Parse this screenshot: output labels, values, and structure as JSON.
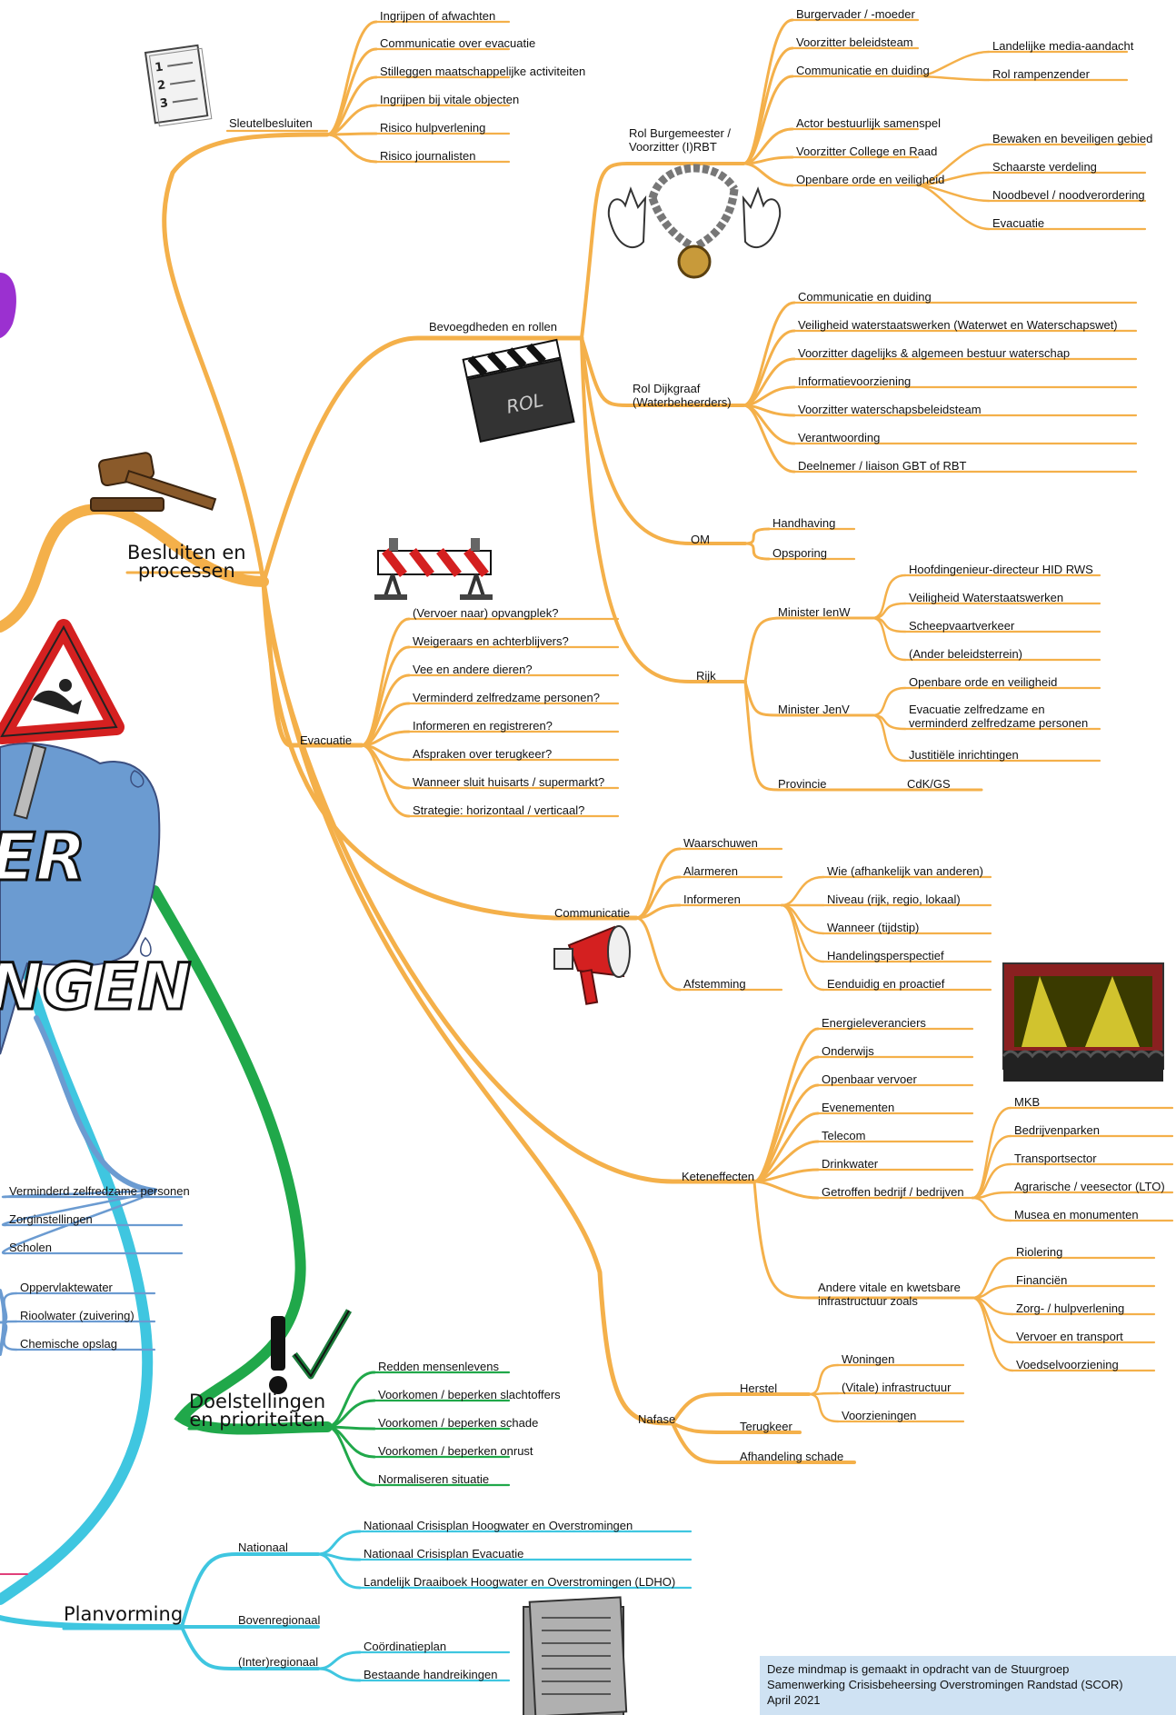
{
  "colors": {
    "orange": "#f4b04a",
    "green": "#20a84a",
    "cyan": "#3fc6e0",
    "blue": "#6b9bd1",
    "purple": "#9b30d0",
    "cloud": "#6b9bd1",
    "note_bg": "#cfe2f3"
  },
  "center": {
    "word1": "ER",
    "word2": "NGEN"
  },
  "main_branches": {
    "besluiten": "Besluiten en\nprocessen",
    "doelstellingen": "Doelstellingen\nen prioriteiten",
    "planvorming": "Planvorming"
  },
  "sleutelbesluiten": {
    "label": "Sleutelbesluiten",
    "items": [
      "Ingrijpen of afwachten",
      "Communicatie over evacuatie",
      "Stilleggen maatschappelijke activiteiten",
      "Ingrijpen bij vitale objecten",
      "Risico hulpverlening",
      "Risico journalisten"
    ]
  },
  "bevoegdheden": {
    "label": "Bevoegdheden en rollen",
    "burgemeester": {
      "label": "Rol Burgemeester /\nVoorzitter (I)RBT",
      "items": [
        "Burgervader / -moeder",
        "Voorzitter beleidsteam",
        "Communicatie en duiding",
        "Actor bestuurlijk samenspel",
        "Voorzitter College en Raad",
        "Openbare orde en veiligheid"
      ],
      "communicatie_sub": [
        "Landelijke media-aandacht",
        "Rol rampenzender"
      ],
      "openbare_orde_sub": [
        "Bewaken en beveiligen gebied",
        "Schaarste verdeling",
        "Noodbevel / noodverordering",
        "Evacuatie"
      ]
    },
    "dijkgraaf": {
      "label": "Rol Dijkgraaf\n(Waterbeheerders)",
      "items": [
        "Communicatie en duiding",
        "Veiligheid waterstaatswerken (Waterwet en Waterschapswet)",
        "Voorzitter dagelijks & algemeen bestuur waterschap",
        "Informatievoorziening",
        "Voorzitter waterschapsbeleidsteam",
        "Verantwoording",
        "Deelnemer / liaison GBT of RBT"
      ]
    },
    "om": {
      "label": "OM",
      "items": [
        "Handhaving",
        "Opsporing"
      ]
    },
    "rijk": {
      "label": "Rijk",
      "ienw": {
        "label": "Minister IenW",
        "items": [
          "Hoofdingenieur-directeur HID RWS",
          "Veiligheid Waterstaatswerken",
          "Scheepvaartverkeer",
          "(Ander beleidsterrein)"
        ]
      },
      "jenv": {
        "label": "Minister JenV",
        "items": [
          "Openbare orde en veiligheid",
          "Evacuatie zelfredzame en\nverminderd zelfredzame personen",
          "Justitiële inrichtingen"
        ]
      },
      "provincie": {
        "label": "Provincie",
        "item": "CdK/GS"
      }
    }
  },
  "evacuatie": {
    "label": "Evacuatie",
    "items": [
      "(Vervoer naar) opvangplek?",
      "Weigeraars en achterblijvers?",
      "Vee en andere dieren?",
      "Verminderd zelfredzame personen?",
      "Informeren en registreren?",
      "Afspraken over terugkeer?",
      "Wanneer sluit huisarts / supermarkt?",
      "Strategie: horizontaal / verticaal?"
    ]
  },
  "communicatie": {
    "label": "Communicatie",
    "items": [
      "Waarschuwen",
      "Alarmeren",
      "Informeren",
      "Afstemming"
    ],
    "informeren_sub": [
      "Wie (afhankelijk van anderen)",
      "Niveau (rijk, regio, lokaal)",
      "Wanneer (tijdstip)",
      "Handelingsperspectief",
      "Eenduidig en proactief"
    ]
  },
  "keteneffecten": {
    "label": "Keteneffecten",
    "items": [
      "Energieleveranciers",
      "Onderwijs",
      "Openbaar vervoer",
      "Evenementen",
      "Telecom",
      "Drinkwater",
      "Getroffen bedrijf / bedrijven"
    ],
    "bedrijf_sub": [
      "MKB",
      "Bedrijvenparken",
      "Transportsector",
      "Agrarische / veesector (LTO)",
      "Musea en monumenten"
    ],
    "vitaal": {
      "label": "Andere vitale en kwetsbare\ninfrastructuur zoals",
      "items": [
        "Riolering",
        "Financiën",
        "Zorg- / hulpverlening",
        "Vervoer en transport",
        "Voedselvoorziening"
      ]
    }
  },
  "nafase": {
    "label": "Nafase",
    "herstel": {
      "label": "Herstel",
      "items": [
        "Woningen",
        "(Vitale) infrastructuur",
        "Voorzieningen"
      ]
    },
    "terugkeer": "Terugkeer",
    "afhandeling": "Afhandeling schade"
  },
  "doelstellingen": {
    "items": [
      "Redden mensenlevens",
      "Voorkomen / beperken slachtoffers",
      "Voorkomen / beperken schade",
      "Voorkomen / beperken onrust",
      "Normaliseren situatie"
    ]
  },
  "planvorming": {
    "nationaal": {
      "label": "Nationaal",
      "items": [
        "Nationaal Crisisplan Hoogwater en Overstromingen",
        "Nationaal Crisisplan Evacuatie",
        "Landelijk Draaiboek Hoogwater en Overstromingen (LDHO)"
      ]
    },
    "bovenregionaal": "Bovenregionaal",
    "interregionaal": {
      "label": "(Inter)regionaal",
      "items": [
        "Coördinatieplan",
        "Bestaande handreikingen"
      ]
    }
  },
  "left_blue": {
    "group1": [
      "Verminderd zelfredzame personen",
      "Zorginstellingen",
      "Scholen"
    ],
    "group2": [
      "Oppervlaktewater",
      "Rioolwater (zuivering)",
      "Chemische opslag"
    ]
  },
  "icons": {
    "checklist": "checklist-icon",
    "gavel": "gavel-icon",
    "clapper": "clapperboard-icon",
    "chain": "mayor-chain-icon",
    "barrier": "road-barrier-icon",
    "megaphone": "megaphone-icon",
    "concert": "concert-stage-icon",
    "exclamation": "exclamation-check-icon",
    "papers": "paper-stack-icon",
    "warning": "warning-sign-icon"
  },
  "note": {
    "line1": "Deze mindmap is gemaakt in opdracht van de Stuurgroep",
    "line2": "Samenwerking Crisisbeheersing Overstromingen Randstad (SCOR)",
    "line3": "April 2021"
  }
}
